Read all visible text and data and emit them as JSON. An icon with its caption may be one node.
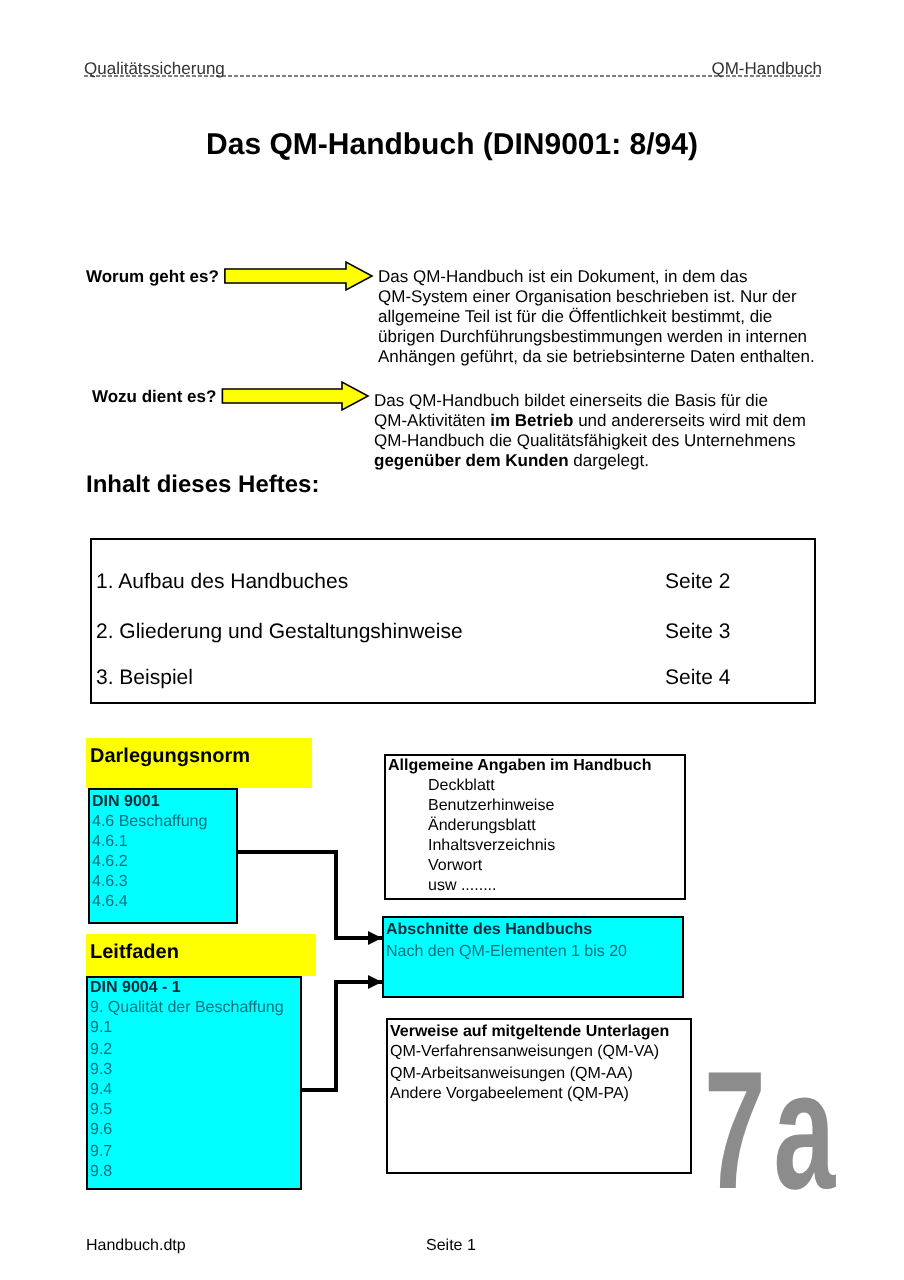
{
  "diagram": {
    "title": "Das QM-Handbuch (DIN9001: 8/94)",
    "nodes": [
      {
        "text": [
          "Worum geht es?"
        ]
      },
      {
        "text": [
          "Das QM-Handbuch ist ein Dokument, in dem das QM-System einer Organisation beschrieben ist. Nur der allgemeine Teil ist für die Öffentlichkeit bestimmt, die übrigen Durchführungsbestimmungen werden in internen Anhängen geführt, da sie betriebsinterne Daten enthalten."
        ]
      },
      {
        "text": [
          "Wozu dient es?"
        ]
      },
      {
        "text": [
          "Das QM-Handbuch bildet einerseits die Basis für die QM-Aktivitäten **im Betrieb** und andererseits wird mit dem QM-Handbuch die Qualitätsfähigkeit des Unternehmens **gegenüber dem Kunden** dargelegt."
        ]
      },
      {
        "text": [
          "1. Aufbau des Handbuches",
          "Seite 2",
          "2. Gliederung und Gestaltungshinweise",
          "Seite 3",
          "3. Beispiel",
          "Seite 4"
        ]
      },
      {
        "text": [
          "Darlegungsnorm"
        ]
      },
      {
        "text": [
          "DIN 9001",
          "4.6 Beschaffung",
          "4.6.1",
          "4.6.2",
          "4.6.3",
          "4.6.4"
        ]
      },
      {
        "text": [
          "Leitfaden"
        ]
      },
      {
        "text": [
          "DIN 9004 - 1",
          "9. Qualität der Beschaffung",
          "9.1",
          "9.2",
          "9.3",
          "9.4",
          "9.5",
          "9.6",
          "9.7",
          "9.8"
        ]
      },
      {
        "text": [
          "Allgemeine Angaben im Handbuch",
          "Deckblatt",
          "Benutzerhinweise",
          "Änderungsblatt",
          "Inhaltsverzeichnis",
          "Vorwort",
          "usw ........"
        ]
      },
      {
        "text": [
          "Abschnitte des Handbuchs",
          "Nach den QM-Elementen 1 bis 20"
        ]
      },
      {
        "text": [
          "Verweise auf mitgeltende Unterlagen",
          "QM-Verfahrensanweisungen (QM-VA)",
          "QM-Arbeitsanweisungen (QM-AA)",
          "Andere Vorgabeelement (QM-PA)"
        ]
      }
    ],
    "edges": [
      {
        "from": 0,
        "to": 1,
        "arrow": "to",
        "style": "thick",
        "color": "#ffff00"
      },
      {
        "from": 2,
        "to": 3,
        "arrow": "to",
        "style": "thick",
        "color": "#ffff00"
      },
      {
        "from": 6,
        "to": 10,
        "arrow": "to"
      },
      {
        "from": 8,
        "to": 10,
        "arrow": "to"
      }
    ],
    "labels": [
      "Qualitätssicherung",
      "QM-Handbuch",
      "Inhalt dieses Heftes:",
      "7a",
      "Handbuch.dtp",
      "Seite 1"
    ]
  }
}
